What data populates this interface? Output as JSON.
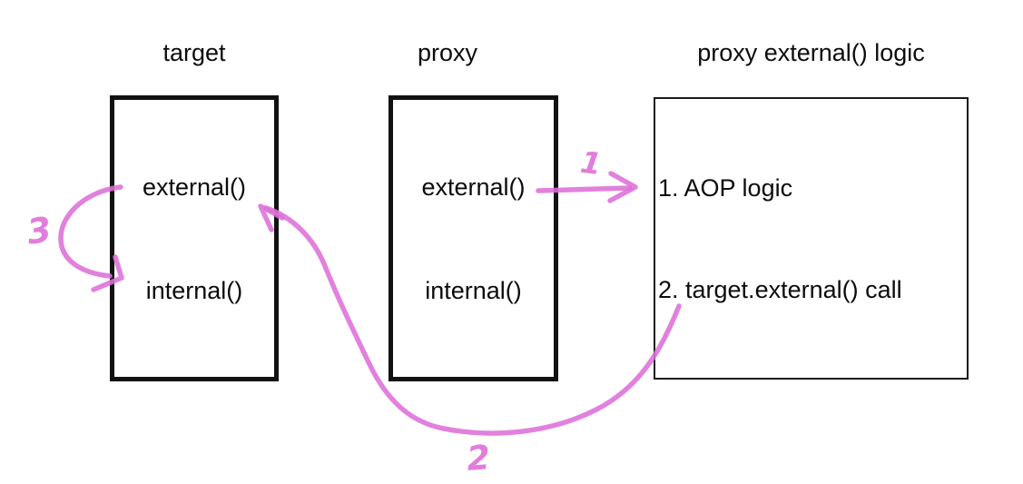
{
  "diagram": {
    "accent_color": "#de6fd8",
    "border_color": "#121212",
    "target": {
      "title": "target",
      "methods": [
        "external()",
        "internal()"
      ]
    },
    "proxy": {
      "title": "proxy",
      "methods": [
        "external()",
        "internal()"
      ]
    },
    "logic": {
      "title": "proxy external() logic",
      "items": [
        "1. AOP logic",
        "2. target.external() call"
      ]
    },
    "arrow_labels": {
      "step1": "1",
      "step2": "2",
      "step3": "3"
    }
  }
}
